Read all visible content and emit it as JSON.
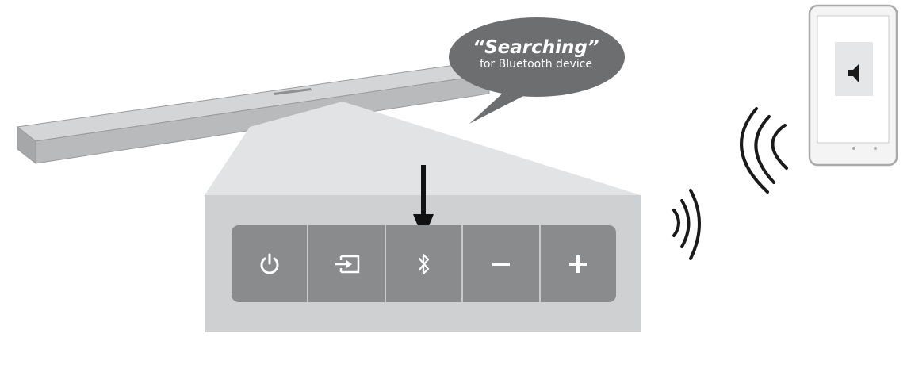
{
  "bubble": {
    "title": "“Searching”",
    "subtitle": "for Bluetooth device"
  },
  "control_panel": {
    "buttons": [
      {
        "id": "power",
        "icon": "power-icon"
      },
      {
        "id": "input-source",
        "icon": "input-source-icon"
      },
      {
        "id": "bluetooth",
        "icon": "bluetooth-icon"
      },
      {
        "id": "volume-down",
        "icon": "minus-icon"
      },
      {
        "id": "volume-up",
        "icon": "plus-icon"
      }
    ]
  },
  "phone": {
    "screen_icon": "speaker-icon"
  },
  "colors": {
    "soundbar": "#b9babb",
    "bubble": "#6d6e70",
    "panel_bg": "#cfd0d1",
    "button": "#8a8b8d",
    "wave": "#1a1a1a"
  }
}
